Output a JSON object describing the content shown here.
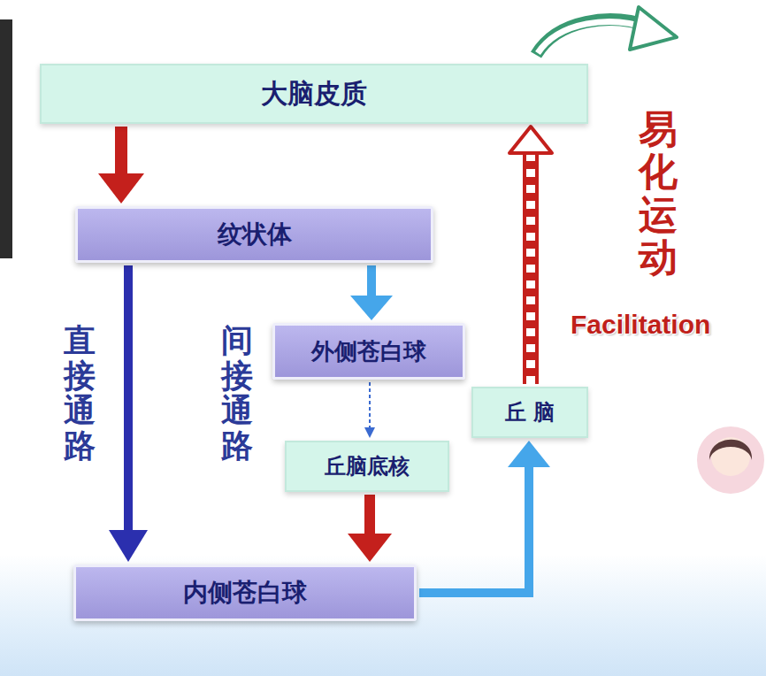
{
  "diagram": {
    "nodes": [
      {
        "text": [
          "大脑皮质"
        ]
      },
      {
        "text": [
          "纹状体"
        ]
      },
      {
        "text": [
          "外侧苍白球"
        ]
      },
      {
        "text": [
          "丘脑底核"
        ]
      },
      {
        "text": [
          "丘 脑"
        ]
      },
      {
        "text": [
          "内侧苍白球"
        ]
      }
    ],
    "edges": [
      {
        "from": 0,
        "to": 1,
        "arrow": "to"
      },
      {
        "from": 1,
        "to": 5,
        "arrow": "to"
      },
      {
        "from": 1,
        "to": 2,
        "arrow": "to"
      },
      {
        "from": 2,
        "to": 3,
        "arrow": "to"
      },
      {
        "from": 3,
        "to": 5,
        "arrow": "to"
      },
      {
        "from": 5,
        "to": 4,
        "arrow": "to"
      },
      {
        "from": 4,
        "to": 0,
        "arrow": "to"
      }
    ],
    "labels": [
      "直接通路",
      "间接通路",
      "易化运动",
      "Facilitation"
    ]
  }
}
